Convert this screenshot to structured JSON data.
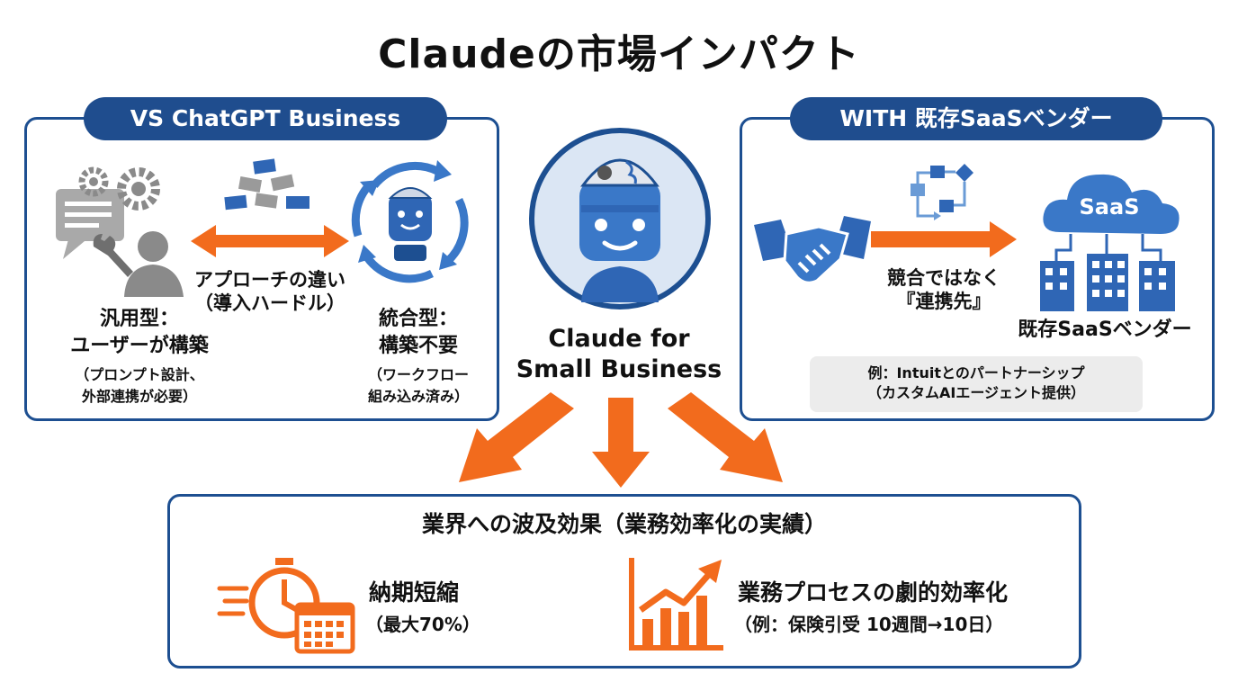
{
  "title": "Claudeの市場インパクト",
  "left_panel": {
    "header": "VS ChatGPT Business",
    "arrow_label_1": "アプローチの違い",
    "arrow_label_2": "（導入ハードル）",
    "general_title_1": "汎用型：",
    "general_title_2": "ユーザーが構築",
    "general_note_1": "（プロンプト設計、",
    "general_note_2": "外部連携が必要）",
    "integrated_title_1": "統合型：",
    "integrated_title_2": "構築不要",
    "integrated_note_1": "（ワークフロー",
    "integrated_note_2": "組み込み済み）"
  },
  "center": {
    "label_1": "Claude for",
    "label_2": "Small Business"
  },
  "right_panel": {
    "header": "WITH 既存SaaSベンダー",
    "arrow_label_1": "競合ではなく",
    "arrow_label_2": "『連携先』",
    "cloud_label": "SaaS",
    "vendor_label": "既存SaaSベンダー",
    "example_1": "例：Intuitとのパートナーシップ",
    "example_2": "（カスタムAIエージェント提供）"
  },
  "bottom_panel": {
    "header": "業界への波及効果（業務効率化の実績）",
    "metric1_title": "納期短縮",
    "metric1_sub": "（最大70%）",
    "metric2_title": "業務プロセスの劇的効率化",
    "metric2_sub": "（例：保険引受 10週間→10日）"
  },
  "colors": {
    "navy": "#1f4d8e",
    "blue": "#3a78c8",
    "orange": "#f26b1d",
    "gray": "#8a8a8a"
  }
}
